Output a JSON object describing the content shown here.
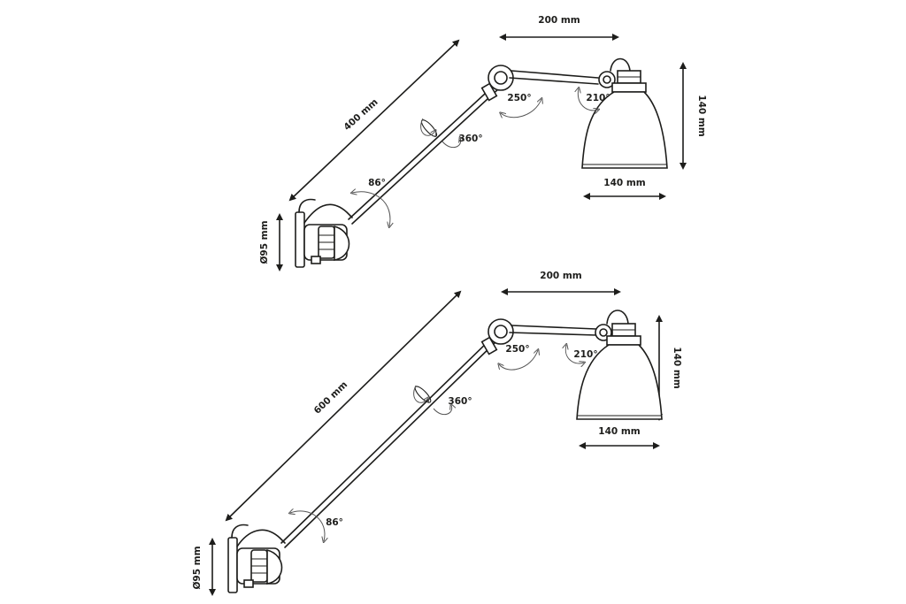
{
  "lamp_400": {
    "shade_spacing_label": "200 mm",
    "arm_length_label": "400 mm",
    "shade_height_label": "140 mm",
    "shade_width_label": "140 mm",
    "base_diameter_label": "Ø95 mm",
    "upper_joint_angle": "250°",
    "shade_joint_angle": "210°",
    "arm_rotation": "360°",
    "base_tilt_angle": "86°"
  },
  "lamp_600": {
    "shade_spacing_label": "200 mm",
    "arm_length_label": "600 mm",
    "shade_height_label": "140 mm",
    "shade_width_label": "140 mm",
    "base_diameter_label": "Ø95 mm",
    "upper_joint_angle": "250°",
    "shade_joint_angle": "210°",
    "arm_rotation": "360°",
    "base_tilt_angle": "86°"
  }
}
